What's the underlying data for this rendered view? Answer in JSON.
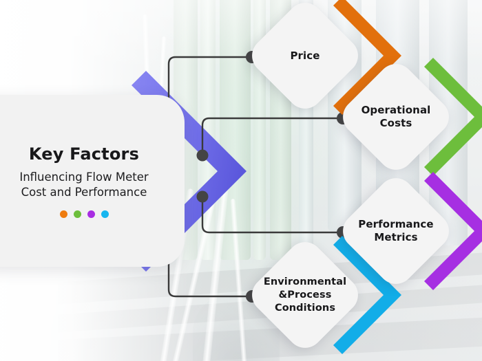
{
  "title": "Key Factors Influencing Flow Meter Cost and Performance",
  "hub": {
    "title": "Key Factors",
    "subtitle_line1": "Influencing Flow Meter",
    "subtitle_line2": "Cost and Performance",
    "dots": [
      "#ef7c0f",
      "#6dbe3c",
      "#a82ee2",
      "#17b6ef"
    ]
  },
  "cards": [
    {
      "id": "price",
      "label": "Price",
      "lines": [
        "Price"
      ],
      "accent": "#e2700c"
    },
    {
      "id": "operational-costs",
      "label": "Operational Costs",
      "lines": [
        "Operational",
        "Costs"
      ],
      "accent": "#6dbe3c"
    },
    {
      "id": "performance-metrics",
      "label": "Performance Metrics",
      "lines": [
        "Performance",
        "Metrics"
      ],
      "accent": "#a62fe2"
    },
    {
      "id": "environmental-process-conditions",
      "label": "Environmental &Process Conditions",
      "lines": [
        "Environmental",
        "&Process",
        "Conditions"
      ],
      "accent": "#12ade8"
    }
  ],
  "colors": {
    "hub_arrow_light": "#7c79ee",
    "hub_arrow_dark": "#5d5ade",
    "connector_line": "#3a3a3a",
    "connector_dot": "#444444",
    "card_surface": "#f4f4f4",
    "hub_surface": "#f2f2f2"
  },
  "connectors": [
    {
      "id": "connector-price",
      "from": "hub",
      "to": "price"
    },
    {
      "id": "connector-operational-costs",
      "from": "hub",
      "to": "operational-costs"
    },
    {
      "id": "connector-performance-metrics",
      "from": "hub",
      "to": "performance-metrics"
    },
    {
      "id": "connector-environmental-process-conditions",
      "from": "hub",
      "to": "environmental-process-conditions"
    }
  ]
}
